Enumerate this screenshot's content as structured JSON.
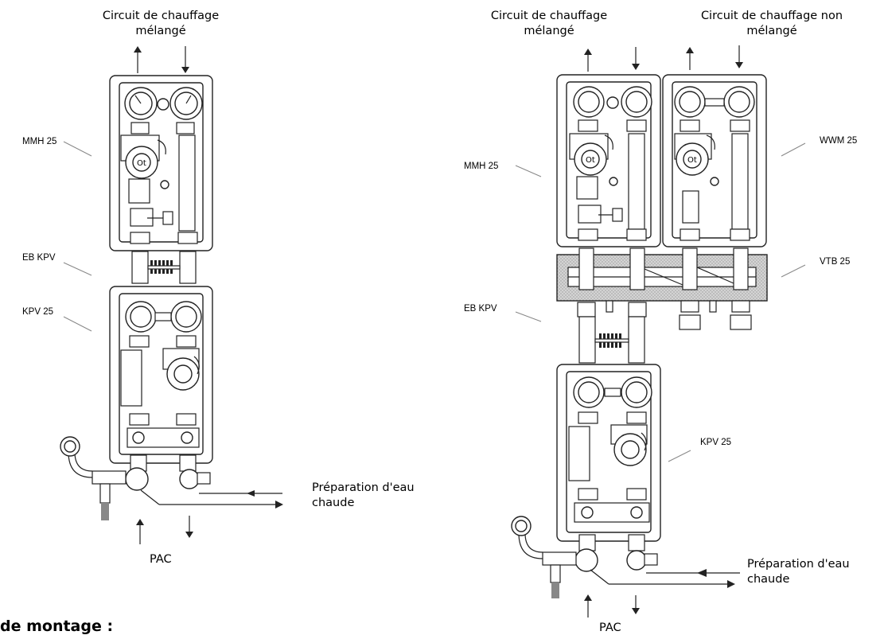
{
  "left": {
    "top_label": [
      "Circuit de chauffage",
      "mélangé"
    ],
    "labels": {
      "mmh": "MMH 25",
      "eb": "EB KPV",
      "kpv": "KPV 25"
    },
    "dhw_label": [
      "Préparation d'eau",
      "chaude"
    ],
    "pac_label": "PAC"
  },
  "right": {
    "top_label_mixed": [
      "Circuit de chauffage",
      "mélangé"
    ],
    "top_label_unmixed": [
      "Circuit de chauffage non",
      "mélangé"
    ],
    "labels": {
      "mmh": "MMH 25",
      "wwm": "WWM 25",
      "vtb": "VTB 25",
      "eb": "EB KPV",
      "kpv": "KPV 25"
    },
    "dhw_label": [
      "Préparation d'eau",
      "chaude"
    ],
    "pac_label": "PAC"
  },
  "footer_heading": "de montage :"
}
